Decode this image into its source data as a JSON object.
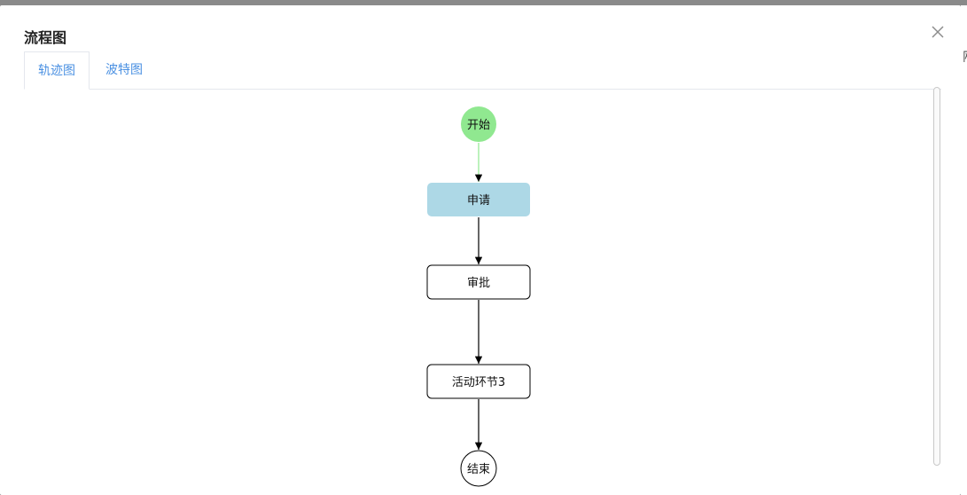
{
  "dialog": {
    "title": "流程图",
    "close_icon": "close-icon"
  },
  "tabs": [
    {
      "label": "轨迹图",
      "active": true
    },
    {
      "label": "波特图",
      "active": false
    }
  ],
  "flow": {
    "nodes": [
      {
        "id": "start",
        "label": "开始",
        "shape": "circle",
        "fill": "#90e890"
      },
      {
        "id": "apply",
        "label": "申请",
        "shape": "rounded-rect",
        "fill": "#add8e6"
      },
      {
        "id": "approve",
        "label": "审批",
        "shape": "rounded-rect",
        "fill": "#ffffff"
      },
      {
        "id": "activity3",
        "label": "活动环节3",
        "shape": "rounded-rect",
        "fill": "#ffffff"
      },
      {
        "id": "end",
        "label": "结束",
        "shape": "circle",
        "fill": "#ffffff"
      }
    ],
    "edges": [
      {
        "from": "start",
        "to": "apply",
        "color": "#90e890"
      },
      {
        "from": "apply",
        "to": "approve",
        "color": "#000000"
      },
      {
        "from": "approve",
        "to": "activity3",
        "color": "#000000"
      },
      {
        "from": "activity3",
        "to": "end",
        "color": "#000000"
      }
    ]
  }
}
